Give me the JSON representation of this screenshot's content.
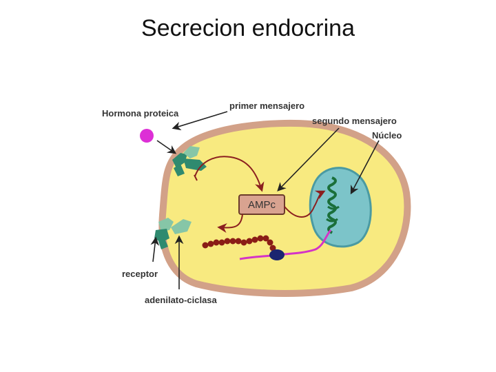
{
  "title": "Secrecion endocrina",
  "labels": {
    "hormone": "Hormona proteica",
    "first_messenger": "primer mensajero",
    "second_messenger": "segundo mensajero",
    "nucleus": "Núcleo",
    "receptor": "receptor",
    "adenylate_cyclase": "adenilato-ciclasa",
    "ampc": "AMPc"
  },
  "colors": {
    "cell_fill": "#f8ea80",
    "cell_border": "#d2a188",
    "nucleus_fill": "#7cc4c9",
    "receptor": "#2f8a6f",
    "receptor_light": "#86c6a7",
    "hormone": "#dd2fd6",
    "arrow_red": "#8b1f1f",
    "ampc_box": "#d9a390",
    "chain": "#8a1d16",
    "pink": "#d433c7",
    "navy": "#1b2570",
    "text": "#333333"
  }
}
